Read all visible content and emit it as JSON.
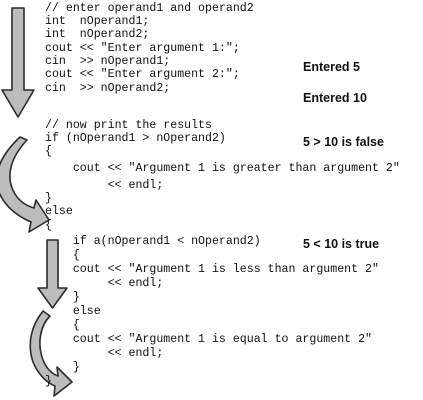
{
  "code_lines": [
    "// enter operand1 and operand2",
    "int  nOperand1;",
    "int  nOperand2;",
    "cout << \"Enter argument 1:\";",
    "cin  >> nOperand1;",
    "cout << \"Enter argument 2:\";",
    "cin  >> nOperand2;",
    "",
    "// now print the results",
    "if (nOperand1 > nOperand2)",
    "{",
    "    cout << \"Argument 1 is greater than argument 2\"",
    "         << endl;",
    "}",
    "else",
    "{",
    "    if a(nOperand1 < nOperand2)",
    "    {",
    "    cout << \"Argument 1 is less than argument 2\"",
    "         << endl;",
    "    }",
    "    else",
    "    {",
    "    cout << \"Argument 1 is equal to argument 2\"",
    "         << endl;",
    "    }",
    "}"
  ],
  "annotations": {
    "entered_5": "Entered 5",
    "entered_10": "Entered 10",
    "false_check": "5 > 10 is false",
    "true_check": "5 < 10 is true"
  },
  "colors": {
    "arrow_fill": "#bcbcbc",
    "arrow_outline": "#2b2b2b",
    "text": "#111111",
    "background": "#ffffff"
  }
}
